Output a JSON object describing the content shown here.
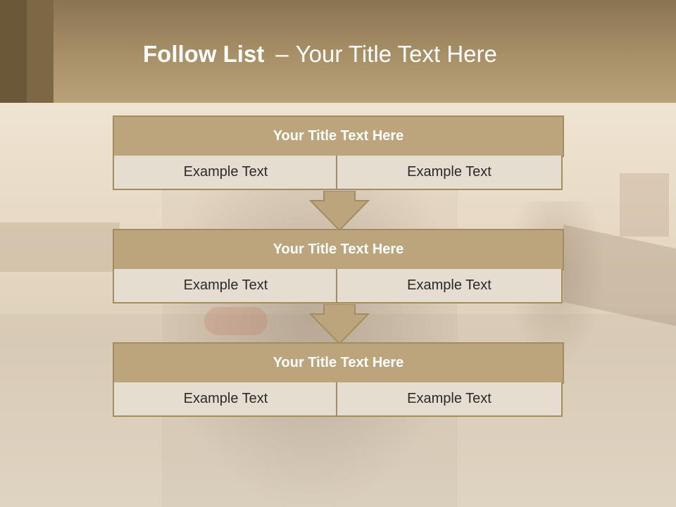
{
  "header": {
    "title_bold": "Follow List",
    "title_sep": "–",
    "title_rest": "Your Title Text Here"
  },
  "steps": [
    {
      "title": "Your Title Text Here",
      "left": "Example Text",
      "right": "Example Text"
    },
    {
      "title": "Your Title Text Here",
      "left": "Example Text",
      "right": "Example Text"
    },
    {
      "title": "Your Title Text Here",
      "left": "Example Text",
      "right": "Example Text"
    }
  ],
  "colors": {
    "header": "#a89068",
    "block_title": "#bca57c",
    "block_cell": "#e6ddd1",
    "border": "#a28c62",
    "arrow_fill": "#bca57c"
  },
  "icons": [
    "arrow-down-icon"
  ]
}
